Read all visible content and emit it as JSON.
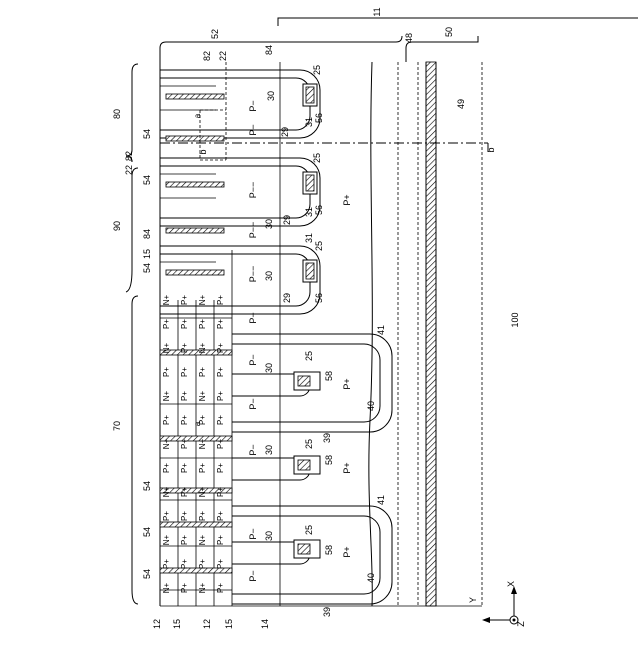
{
  "figure_number": "100",
  "axes": {
    "x": "X",
    "y": "Y",
    "z": "Z"
  },
  "regions": {
    "r11": "11",
    "r52": "52",
    "r48": "48",
    "r50": "50",
    "r80": "80",
    "r90": "90",
    "r70": "70"
  },
  "section": {
    "a": "a",
    "b": "b"
  },
  "dims": {
    "d82": "82",
    "d22": "22"
  },
  "layer_labels": {
    "n_plus": "N+",
    "p_plus": "P+",
    "p_minus": "P−",
    "p_minus2": "P−−"
  },
  "refs": {
    "r12": "12",
    "r14": "14",
    "r15": "15",
    "r25": "25",
    "r29": "29",
    "r30": "30",
    "r31": "31",
    "r39": "39",
    "r40": "40",
    "r41": "41",
    "r49": "49",
    "r54": "54",
    "r56": "56",
    "r58": "58",
    "r84": "84"
  }
}
